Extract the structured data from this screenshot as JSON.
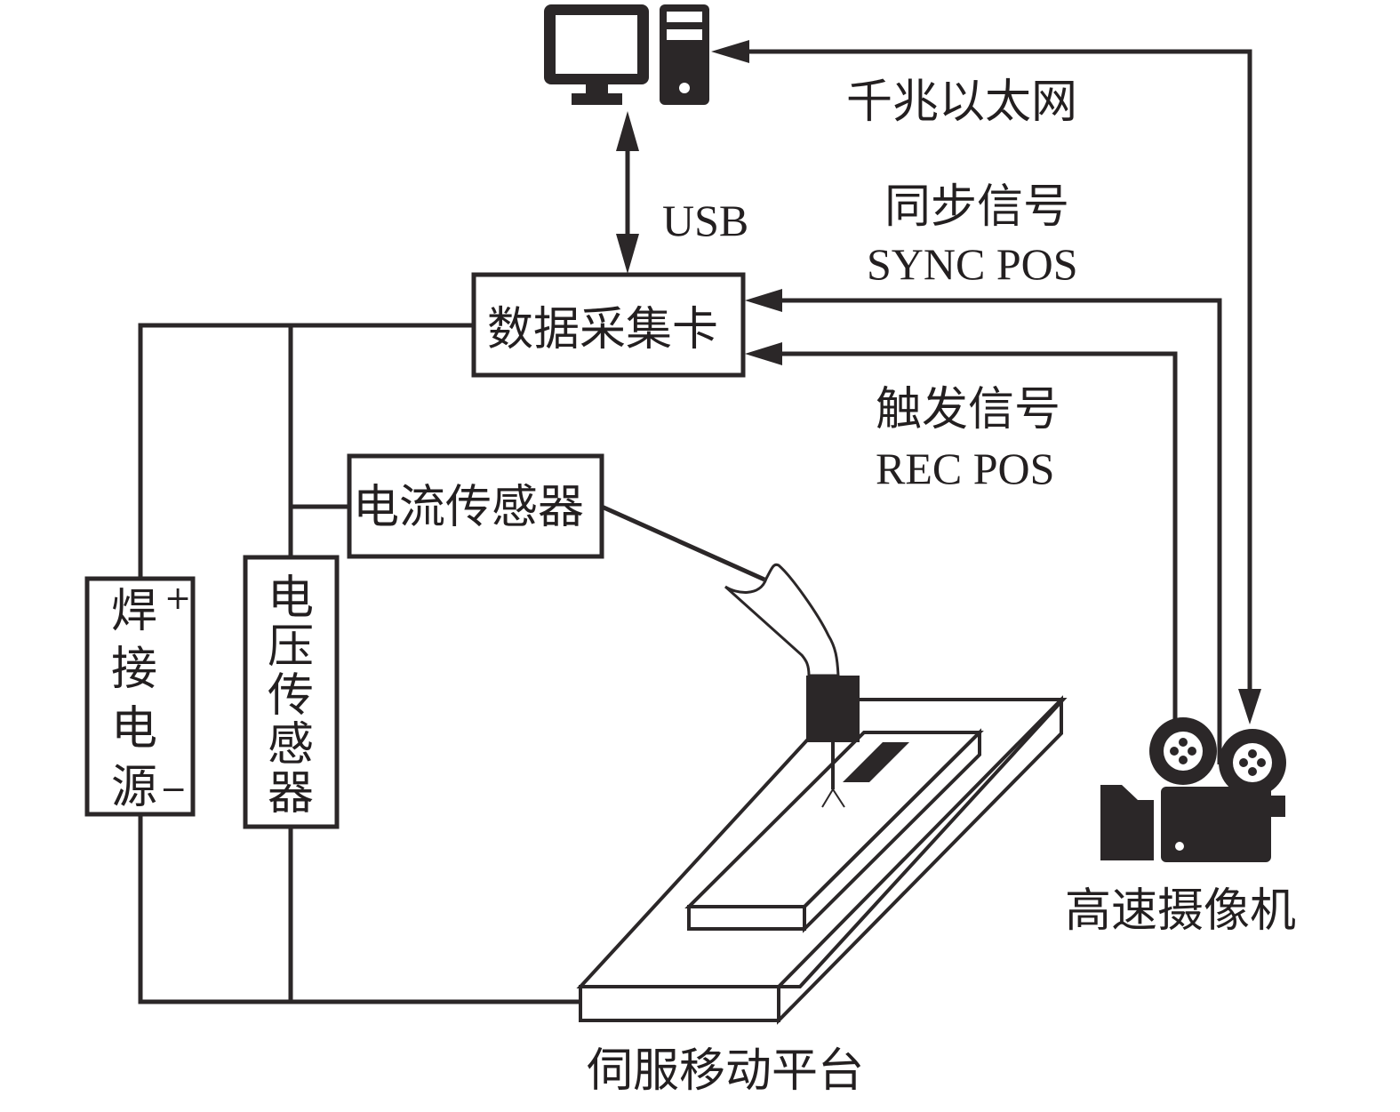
{
  "title": "焊接信号与高速摄像同步采集系统示意图",
  "components": {
    "computer": {
      "icon": "computer-icon"
    },
    "daq_card": {
      "label": "数据采集卡"
    },
    "current_sensor": {
      "label": "电流传感器"
    },
    "voltage_sensor": {
      "label": "电压传感器",
      "chars": [
        "电",
        "压",
        "传",
        "感",
        "器"
      ]
    },
    "power_supply": {
      "label": "焊接电源",
      "chars": [
        "焊",
        "接",
        "电",
        "源"
      ],
      "plus": "+",
      "minus": "−"
    },
    "high_speed_camera": {
      "label": "高速摄像机",
      "icon": "movie-camera-icon"
    },
    "platform": {
      "label": "伺服移动平台"
    },
    "welding_torch": {
      "icon": "welding-torch-icon"
    }
  },
  "connections": {
    "usb": {
      "label": "USB"
    },
    "ethernet": {
      "label": "千兆以太网"
    },
    "sync": {
      "label_cn": "同步信号",
      "label_en": "SYNC POS"
    },
    "trigger": {
      "label_cn": "触发信号",
      "label_en": "REC POS"
    }
  },
  "colors": {
    "ink": "#2b2728",
    "background": "#ffffff"
  }
}
